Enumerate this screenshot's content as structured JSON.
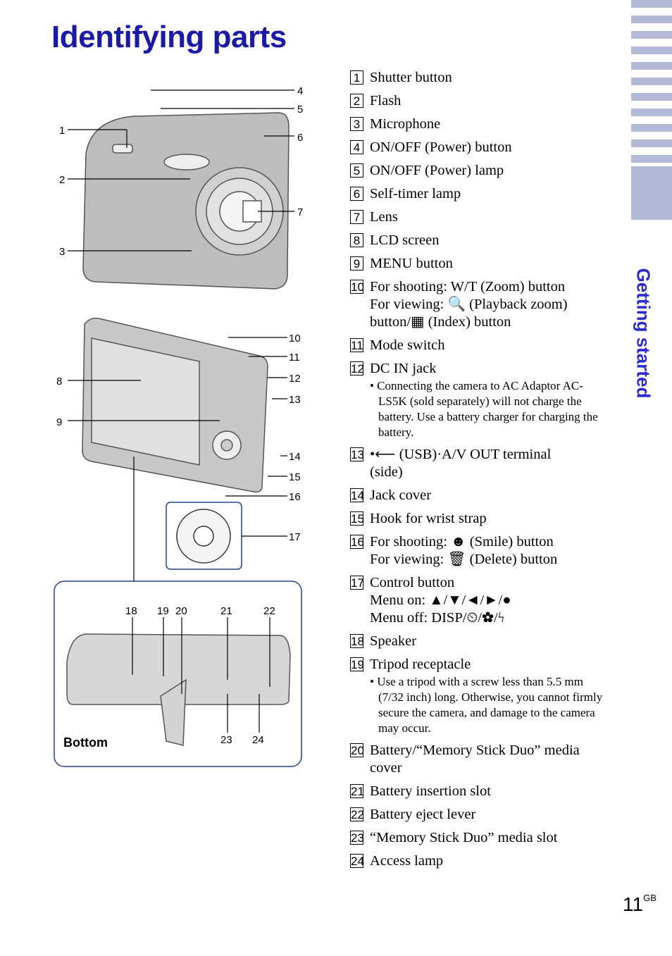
{
  "page": {
    "title": "Identifying parts",
    "section_tab": "Getting started",
    "page_number": "11",
    "page_suffix": "GB"
  },
  "figure": {
    "bottom_label": "Bottom",
    "callouts": [
      "1",
      "2",
      "3",
      "4",
      "5",
      "6",
      "7",
      "8",
      "9",
      "10",
      "11",
      "12",
      "13",
      "14",
      "15",
      "16",
      "17",
      "18",
      "19",
      "20",
      "21",
      "22",
      "23",
      "24"
    ]
  },
  "parts": [
    {
      "num": "1",
      "lines": [
        "Shutter button"
      ]
    },
    {
      "num": "2",
      "lines": [
        "Flash"
      ]
    },
    {
      "num": "3",
      "lines": [
        "Microphone"
      ]
    },
    {
      "num": "4",
      "lines": [
        "ON/OFF (Power) button"
      ]
    },
    {
      "num": "5",
      "lines": [
        "ON/OFF (Power) lamp"
      ]
    },
    {
      "num": "6",
      "lines": [
        "Self-timer lamp"
      ]
    },
    {
      "num": "7",
      "lines": [
        "Lens"
      ]
    },
    {
      "num": "8",
      "lines": [
        "LCD screen"
      ]
    },
    {
      "num": "9",
      "lines": [
        "MENU button"
      ]
    },
    {
      "num": "10",
      "lines": [
        "For shooting: W/T (Zoom) button",
        "For viewing: 🔍 (Playback zoom)",
        "button/▦ (Index) button"
      ]
    },
    {
      "num": "11",
      "lines": [
        "Mode switch"
      ]
    },
    {
      "num": "12",
      "lines": [
        "DC IN jack"
      ],
      "note": "• Connecting the camera to AC Adaptor AC-LS5K (sold separately) will not charge the battery. Use a battery charger for charging the battery."
    },
    {
      "num": "13",
      "lines": [
        "•⟵ (USB)·A/V OUT terminal",
        "(side)"
      ]
    },
    {
      "num": "14",
      "lines": [
        "Jack cover"
      ]
    },
    {
      "num": "15",
      "lines": [
        "Hook for wrist strap"
      ]
    },
    {
      "num": "16",
      "lines": [
        "For shooting: ☻ (Smile) button",
        "For viewing: 🗑 (Delete) button"
      ]
    },
    {
      "num": "17",
      "lines": [
        "Control button",
        "Menu on: ▲/▼/◄/►/●",
        "Menu off: DISP/⏲/✿/ϟ"
      ]
    },
    {
      "num": "18",
      "lines": [
        "Speaker"
      ]
    },
    {
      "num": "19",
      "lines": [
        "Tripod receptacle"
      ],
      "note": "• Use a tripod with a screw less than 5.5 mm (7/32 inch) long. Otherwise, you cannot firmly secure the camera, and damage to the camera may occur."
    },
    {
      "num": "20",
      "lines": [
        "Battery/“Memory Stick Duo” media",
        "cover"
      ]
    },
    {
      "num": "21",
      "lines": [
        "Battery insertion slot"
      ]
    },
    {
      "num": "22",
      "lines": [
        "Battery eject lever"
      ]
    },
    {
      "num": "23",
      "lines": [
        "“Memory Stick Duo” media slot"
      ]
    },
    {
      "num": "24",
      "lines": [
        "Access lamp"
      ]
    }
  ]
}
